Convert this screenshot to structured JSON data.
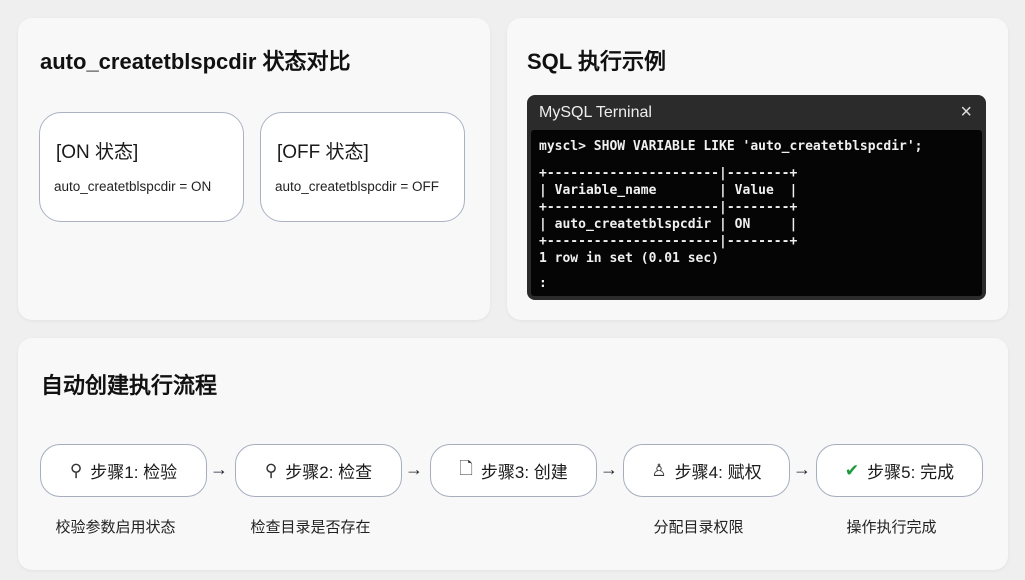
{
  "comparison": {
    "title": "auto_createtblspcdir 状态对比",
    "on": {
      "heading": "[ON 状态]",
      "value": "auto_createtblspcdir = ON"
    },
    "off": {
      "heading": "[OFF 状态]",
      "value": "auto_createtblspcdir = OFF"
    }
  },
  "sql": {
    "title": "SQL 执行示例",
    "terminal": {
      "title": "MySQL Terninal",
      "close_icon": "×",
      "lines": [
        "myscl> SHOW VARIABLE LIKE 'auto_createtblspcdir';",
        "+----------------------|--------+",
        "| Variable_name        | Value  |",
        "+----------------------|--------+",
        "| auto_createtblspcdir | ON     |",
        "+----------------------|--------+",
        "1 row in set (0.01 sec)",
        ":"
      ]
    }
  },
  "flow": {
    "title": "自动创建执行流程",
    "arrow": "→",
    "steps": [
      {
        "label": "步骤1: 检验",
        "icon": "search-icon",
        "glyph": "⚲",
        "desc": "校验参数启用状态"
      },
      {
        "label": "步骤2: 检查",
        "icon": "search-icon",
        "glyph": "⚲",
        "desc": "检查目录是否存在"
      },
      {
        "label": "步骤3: 创建",
        "icon": "file-icon",
        "glyph": "🗋",
        "desc": ""
      },
      {
        "label": "步骤4: 赋权",
        "icon": "user-icon",
        "glyph": "♙",
        "desc": "分配目录权限"
      },
      {
        "label": "步骤5: 完成",
        "icon": "check-icon",
        "glyph": "✔",
        "desc": "操作执行完成"
      }
    ],
    "check_color": "#1a9a3a"
  }
}
